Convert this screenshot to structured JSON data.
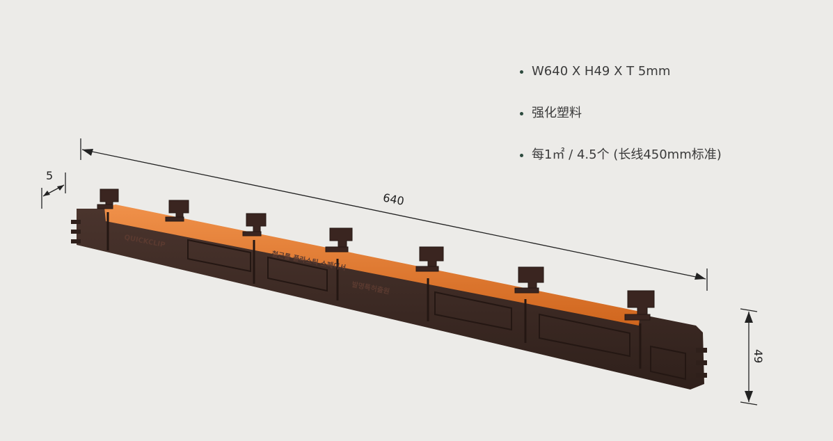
{
  "specs": [
    "W640 X H49 X T 5mm",
    "强化塑料",
    "每1㎡ / 4.5个 (长线450mm标准)"
  ],
  "dimensions": {
    "length": "640",
    "thickness": "5",
    "height": "49"
  },
  "product": {
    "logo_text": "QUICKCLIP",
    "emboss_line1": "철근틀 플라스틱 스페이서",
    "emboss_line2": "발명특허출원"
  },
  "colors": {
    "body": "#3a2823",
    "rod": "#e07a2c",
    "background": "#ecebe8"
  }
}
